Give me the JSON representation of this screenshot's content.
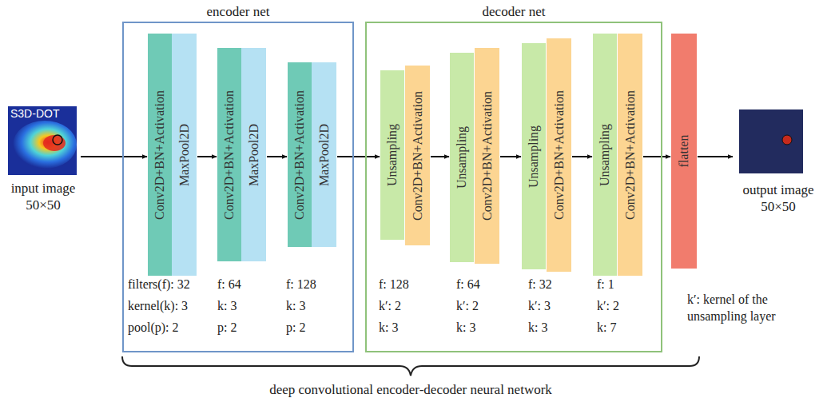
{
  "diagram": {
    "nodes": [
      {
        "text": [
          "S3D-DOT",
          "input image 50×50"
        ]
      },
      {
        "text": [
          "encoder net"
        ]
      },
      {
        "text": [
          "Conv2D+BN+Activation"
        ],
        "in": 1
      },
      {
        "text": [
          "MaxPool2D"
        ],
        "in": 1
      },
      {
        "text": [
          "Conv2D+BN+Activation"
        ],
        "in": 1
      },
      {
        "text": [
          "MaxPool2D"
        ],
        "in": 1
      },
      {
        "text": [
          "Conv2D+BN+Activation"
        ],
        "in": 1
      },
      {
        "text": [
          "MaxPool2D"
        ],
        "in": 1
      },
      {
        "text": [
          "decoder net"
        ]
      },
      {
        "text": [
          "Unsampling"
        ],
        "in": 8
      },
      {
        "text": [
          "Conv2D+BN+Activation"
        ],
        "in": 8
      },
      {
        "text": [
          "Unsampling"
        ],
        "in": 8
      },
      {
        "text": [
          "Conv2D+BN+Activation"
        ],
        "in": 8
      },
      {
        "text": [
          "Unsampling"
        ],
        "in": 8
      },
      {
        "text": [
          "Conv2D+BN+Activation"
        ],
        "in": 8
      },
      {
        "text": [
          "Unsampling"
        ],
        "in": 8
      },
      {
        "text": [
          "Conv2D+BN+Activation"
        ],
        "in": 8
      },
      {
        "text": [
          "flatten"
        ]
      },
      {
        "text": [
          "output image 50×50"
        ]
      }
    ],
    "edges": [
      {
        "from": 0,
        "to": 2,
        "arrow": "to"
      },
      {
        "from": 3,
        "to": 4,
        "arrow": "to"
      },
      {
        "from": 5,
        "to": 6,
        "arrow": "to"
      },
      {
        "from": 7,
        "to": 9,
        "arrow": "to"
      },
      {
        "from": 10,
        "to": 11,
        "arrow": "to"
      },
      {
        "from": 12,
        "to": 13,
        "arrow": "to"
      },
      {
        "from": 14,
        "to": 15,
        "arrow": "to"
      },
      {
        "from": 16,
        "to": 17,
        "arrow": "to"
      },
      {
        "from": 17,
        "to": 18,
        "arrow": "to"
      }
    ],
    "labels": [
      "filters(f): 32",
      "kernel(k): 3",
      "pool(p): 2",
      "f: 64",
      "k: 3",
      "p: 2",
      "f: 128",
      "k: 3",
      "p: 2",
      "f: 128",
      "k′: 2",
      "k: 3",
      "f: 64",
      "k′: 2",
      "k: 3",
      "f: 32",
      "k′: 3",
      "k: 3",
      "f: 1",
      "k′: 2",
      "k: 7",
      "k′: kernel of the unsampling layer",
      "deep convolutional encoder-decoder neural network"
    ]
  }
}
